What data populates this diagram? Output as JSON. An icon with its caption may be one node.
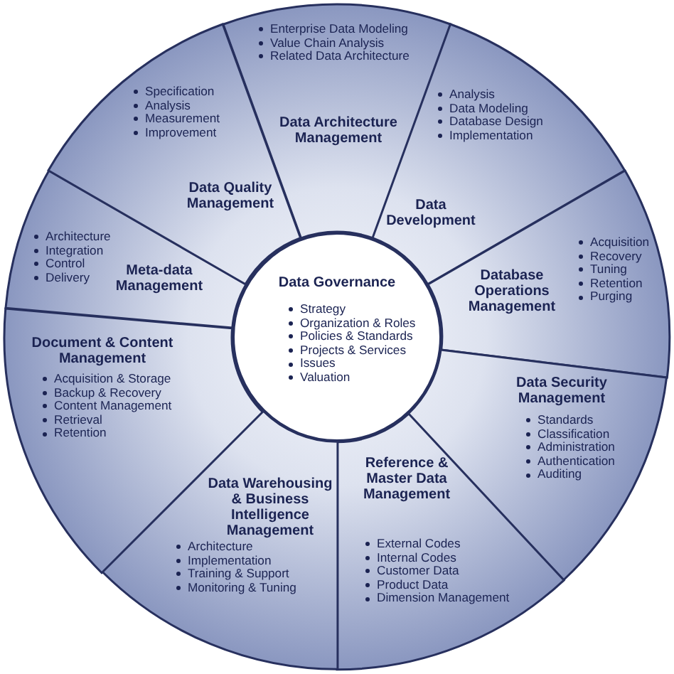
{
  "diagram": {
    "nodes": [
      {
        "text": [
          "Data Governance",
          "Strategy",
          "Organization & Roles",
          "Policies & Standards",
          "Projects & Services",
          "Issues",
          "Valuation"
        ]
      },
      {
        "text": [
          "Enterprise Data Modeling",
          "Value Chain Analysis",
          "Related Data Architecture",
          "Data Architecture Management"
        ]
      },
      {
        "text": [
          "Analysis",
          "Data Modeling",
          "Database Design",
          "Implementation",
          "Data Development"
        ]
      },
      {
        "text": [
          "Database Operations Management",
          "Acquisition",
          "Recovery",
          "Tuning",
          "Retention",
          "Purging"
        ]
      },
      {
        "text": [
          "Data Security Management",
          "Standards",
          "Classification",
          "Administration",
          "Authentication",
          "Auditing"
        ]
      },
      {
        "text": [
          "Reference & Master Data Management",
          "External Codes",
          "Internal Codes",
          "Customer Data",
          "Product Data",
          "Dimension Management"
        ]
      },
      {
        "text": [
          "Data Warehousing & Business Intelligence Management",
          "Architecture",
          "Implementation",
          "Training & Support",
          "Monitoring & Tuning"
        ]
      },
      {
        "text": [
          "Document & Content Management",
          "Acquisition & Storage",
          "Backup & Recovery",
          "Content Management",
          "Retrieval",
          "Retention"
        ]
      },
      {
        "text": [
          "Meta-data Management",
          "Architecture",
          "Integration",
          "Control",
          "Delivery"
        ]
      },
      {
        "text": [
          "Specification",
          "Analysis",
          "Measurement",
          "Improvement",
          "Data Quality Management"
        ]
      }
    ],
    "edges": []
  }
}
